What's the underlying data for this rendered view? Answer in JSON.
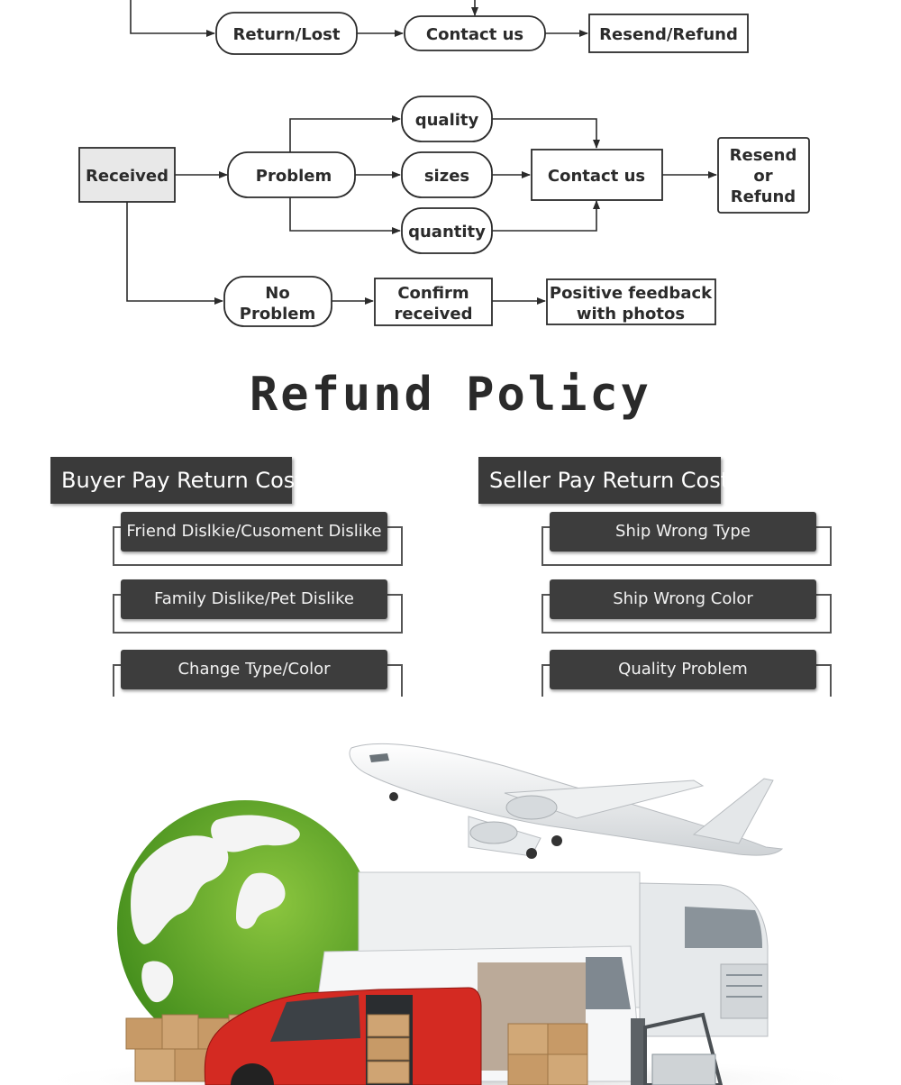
{
  "flow_top": {
    "return_lost": "Return/Lost",
    "contact_us": "Contact us",
    "resend_refund": "Resend/Refund"
  },
  "flow_main": {
    "received": "Received",
    "problem": "Problem",
    "quality": "quality",
    "sizes": "sizes",
    "quantity": "quantity",
    "contact_us": "Contact us",
    "resend_or_refund": [
      "Resend",
      "or",
      "Refund"
    ],
    "no_problem": [
      "No",
      "Problem"
    ],
    "confirm_received": [
      "Confirm",
      "received"
    ],
    "positive_feedback": [
      "Positive feedback",
      "with photos"
    ]
  },
  "refund_policy": {
    "title": "Refund Policy",
    "buyer": {
      "header": "Buyer Pay Return Cost",
      "items": [
        "Friend Dislkie/Cusoment Dislike",
        "Family Dislike/Pet Dislike",
        "Change Type/Color"
      ]
    },
    "seller": {
      "header": "Seller Pay Return Cost",
      "items": [
        "Ship Wrong Type",
        "Ship Wrong Color",
        "Quality Problem"
      ]
    }
  },
  "colors": {
    "pill_bg": "#3d3d3d",
    "header_bg": "#3a3a3a",
    "received_fill": "#e8e8e8",
    "globe_green": "#6aa828",
    "van_red": "#d42a22"
  },
  "illustration": {
    "icons": [
      "airplane-icon",
      "globe-icon",
      "truck-icon",
      "van-icon",
      "forklift-icon",
      "cardboard-boxes-icon"
    ]
  }
}
